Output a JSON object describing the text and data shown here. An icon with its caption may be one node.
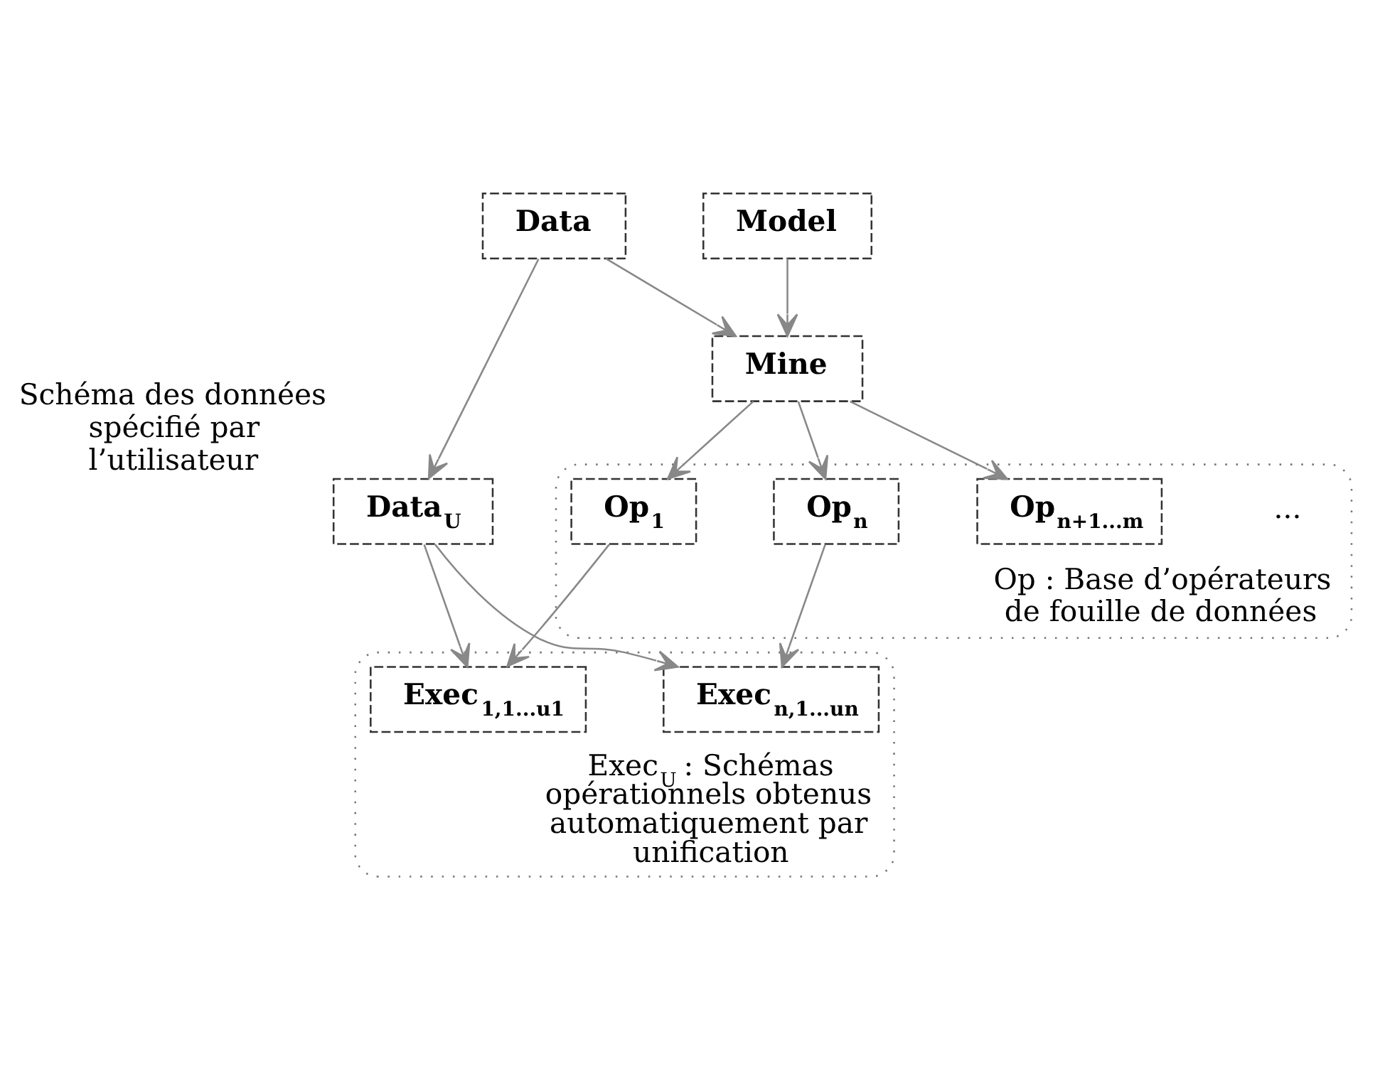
{
  "diagram": {
    "nodes": [
      {
        "text": [
          "Data"
        ]
      },
      {
        "text": [
          "Model"
        ]
      },
      {
        "text": [
          "Mine"
        ]
      },
      {
        "text": [
          "Op : Base d’opérateurs de fouille de données"
        ]
      },
      {
        "text": [
          "Op$_{1}$"
        ],
        "in": 3
      },
      {
        "text": [
          "Op$_{n}$"
        ],
        "in": 3
      },
      {
        "text": [
          "Op$_{n+1...m}$"
        ],
        "in": 3
      },
      {
        "text": [
          "Data$_{U}$"
        ],
        "beside": [
          "Schéma des données spécifié par l’utilisateur"
        ]
      },
      {
        "text": [
          "Exec$_{U}$ : Schémas opérationnels obtenus automatiquement par unification"
        ]
      },
      {
        "text": [
          "Exec$_{1,1...u1}$"
        ],
        "in": 8
      },
      {
        "text": [
          "Exec$_{n,1...un}$"
        ],
        "in": 8
      }
    ],
    "edges": [
      {
        "from": 0,
        "to": 2,
        "arrow": "to"
      },
      {
        "from": 1,
        "to": 2,
        "arrow": "to"
      },
      {
        "from": 0,
        "to": 7,
        "arrow": "to"
      },
      {
        "from": 2,
        "to": 4,
        "arrow": "to"
      },
      {
        "from": 2,
        "to": 5,
        "arrow": "to"
      },
      {
        "from": 2,
        "to": 6,
        "arrow": "to"
      },
      {
        "from": 4,
        "to": 9,
        "arrow": "to"
      },
      {
        "from": 5,
        "to": 10,
        "arrow": "to"
      },
      {
        "from": 7,
        "to": 9,
        "arrow": "to"
      },
      {
        "from": 7,
        "to": 10,
        "arrow": "to"
      }
    ],
    "labels": [
      "..."
    ]
  }
}
